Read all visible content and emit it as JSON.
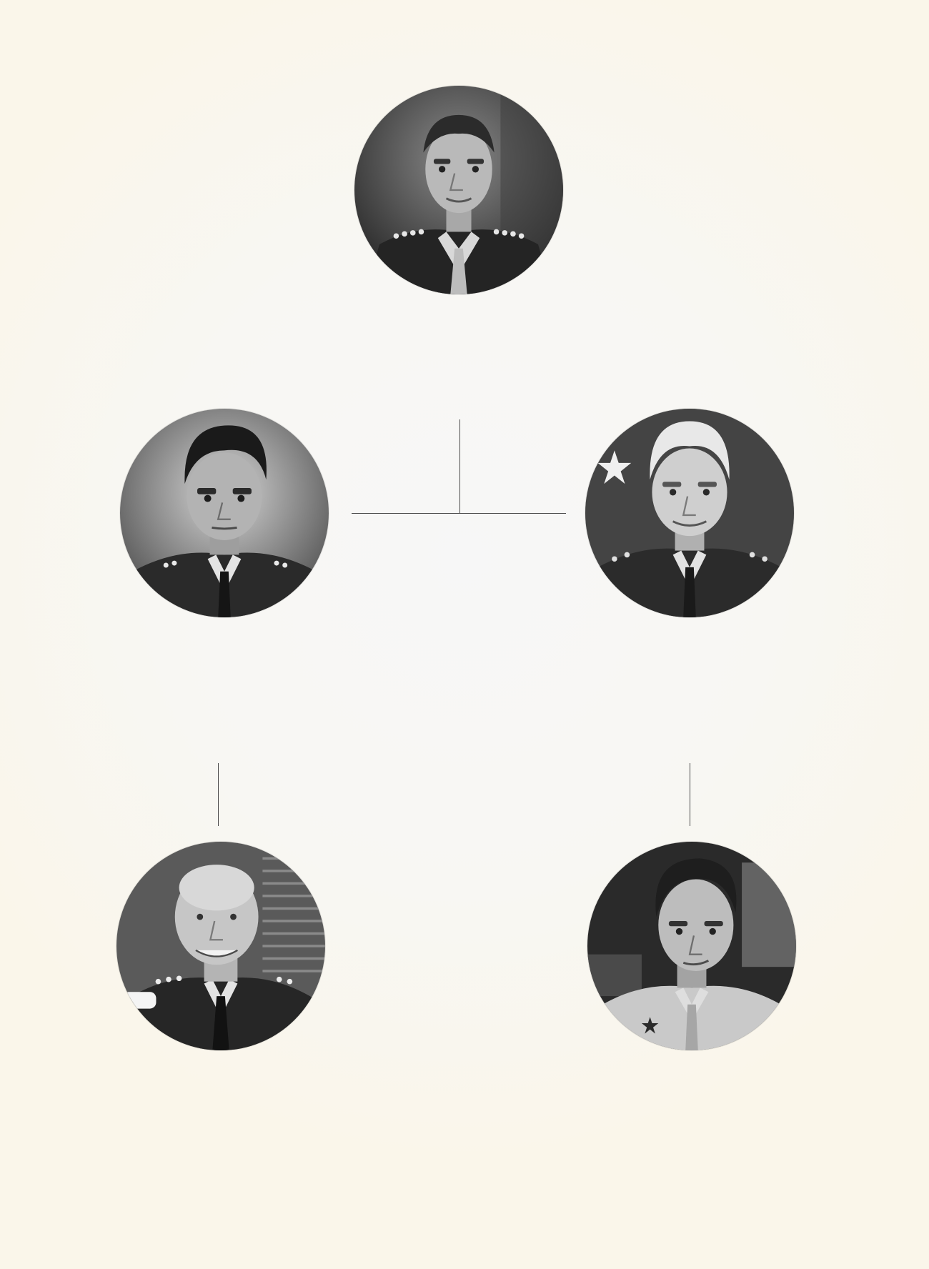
{
  "diagram": {
    "type": "org-chart",
    "nodes": [
      {
        "id": "top",
        "level": 1,
        "image": "portrait-photo"
      },
      {
        "id": "middle-left",
        "level": 2,
        "image": "portrait-photo"
      },
      {
        "id": "middle-right",
        "level": 2,
        "image": "portrait-photo"
      },
      {
        "id": "bottom-left",
        "level": 3,
        "image": "portrait-photo"
      },
      {
        "id": "bottom-right",
        "level": 3,
        "image": "portrait-photo"
      }
    ],
    "edges": [
      {
        "from": "top",
        "to": "middle-left"
      },
      {
        "from": "top",
        "to": "middle-right"
      },
      {
        "from": "middle-left",
        "to": "bottom-left"
      },
      {
        "from": "middle-right",
        "to": "bottom-right"
      }
    ]
  },
  "colors": {
    "background": "#f7f7f5",
    "background_edge": "#faf6ea",
    "connector": "#4a4a4a"
  }
}
